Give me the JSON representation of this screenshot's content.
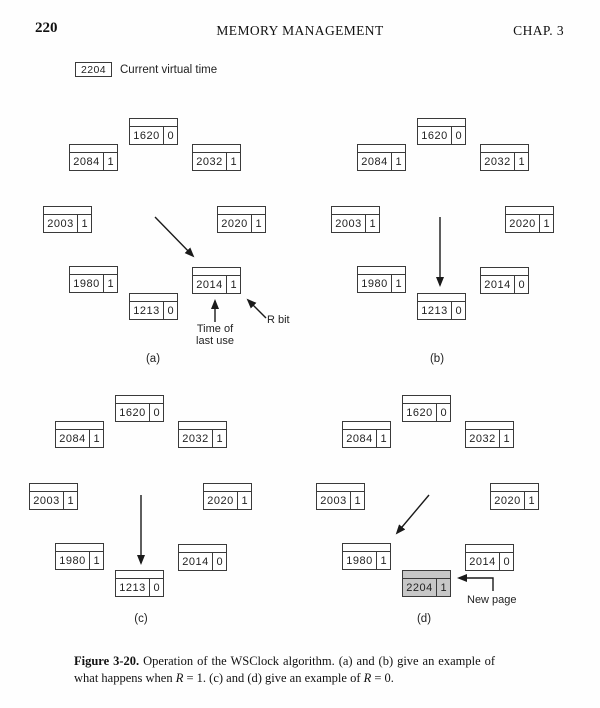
{
  "header": {
    "page_number": "220",
    "title": "MEMORY MANAGEMENT",
    "chapter": "CHAP. 3"
  },
  "legend": {
    "value": "2204",
    "label": "Current virtual time"
  },
  "diagrams": [
    {
      "id": "a",
      "label": "(a)",
      "entries": [
        {
          "slot": "top",
          "time": "1620",
          "r": "0",
          "shaded": false
        },
        {
          "slot": "upper_left",
          "time": "2084",
          "r": "1",
          "shaded": false
        },
        {
          "slot": "upper_right",
          "time": "2032",
          "r": "1",
          "shaded": false
        },
        {
          "slot": "left",
          "time": "2003",
          "r": "1",
          "shaded": false
        },
        {
          "slot": "right",
          "time": "2020",
          "r": "1",
          "shaded": false
        },
        {
          "slot": "lower_left",
          "time": "1980",
          "r": "1",
          "shaded": false
        },
        {
          "slot": "lower_right",
          "time": "2014",
          "r": "1",
          "shaded": false
        },
        {
          "slot": "bottom",
          "time": "1213",
          "r": "0",
          "shaded": false
        }
      ]
    },
    {
      "id": "b",
      "label": "(b)",
      "entries": [
        {
          "slot": "top",
          "time": "1620",
          "r": "0",
          "shaded": false
        },
        {
          "slot": "upper_left",
          "time": "2084",
          "r": "1",
          "shaded": false
        },
        {
          "slot": "upper_right",
          "time": "2032",
          "r": "1",
          "shaded": false
        },
        {
          "slot": "left",
          "time": "2003",
          "r": "1",
          "shaded": false
        },
        {
          "slot": "right",
          "time": "2020",
          "r": "1",
          "shaded": false
        },
        {
          "slot": "lower_left",
          "time": "1980",
          "r": "1",
          "shaded": false
        },
        {
          "slot": "lower_right",
          "time": "2014",
          "r": "0",
          "shaded": false
        },
        {
          "slot": "bottom",
          "time": "1213",
          "r": "0",
          "shaded": false
        }
      ]
    },
    {
      "id": "c",
      "label": "(c)",
      "entries": [
        {
          "slot": "top",
          "time": "1620",
          "r": "0",
          "shaded": false
        },
        {
          "slot": "upper_left",
          "time": "2084",
          "r": "1",
          "shaded": false
        },
        {
          "slot": "upper_right",
          "time": "2032",
          "r": "1",
          "shaded": false
        },
        {
          "slot": "left",
          "time": "2003",
          "r": "1",
          "shaded": false
        },
        {
          "slot": "right",
          "time": "2020",
          "r": "1",
          "shaded": false
        },
        {
          "slot": "lower_left",
          "time": "1980",
          "r": "1",
          "shaded": false
        },
        {
          "slot": "lower_right",
          "time": "2014",
          "r": "0",
          "shaded": false
        },
        {
          "slot": "bottom",
          "time": "1213",
          "r": "0",
          "shaded": false
        }
      ]
    },
    {
      "id": "d",
      "label": "(d)",
      "entries": [
        {
          "slot": "top",
          "time": "1620",
          "r": "0",
          "shaded": false
        },
        {
          "slot": "upper_left",
          "time": "2084",
          "r": "1",
          "shaded": false
        },
        {
          "slot": "upper_right",
          "time": "2032",
          "r": "1",
          "shaded": false
        },
        {
          "slot": "left",
          "time": "2003",
          "r": "1",
          "shaded": false
        },
        {
          "slot": "right",
          "time": "2020",
          "r": "1",
          "shaded": false
        },
        {
          "slot": "lower_left",
          "time": "1980",
          "r": "1",
          "shaded": false
        },
        {
          "slot": "lower_right",
          "time": "2014",
          "r": "0",
          "shaded": false
        },
        {
          "slot": "bottom",
          "time": "2204",
          "r": "1",
          "shaded": true
        }
      ]
    }
  ],
  "annotations": {
    "time_of_last_use": [
      "Time of",
      "last use"
    ],
    "r_bit": "R bit",
    "new_page": "New page"
  },
  "caption": {
    "segments": [
      {
        "text": "Figure 3-20.",
        "style": "bold"
      },
      {
        "text": " Operation of the WSClock algorithm. (a) and (b) give an example of what happens when ",
        "style": "normal"
      },
      {
        "text": "R",
        "style": "italic"
      },
      {
        "text": " = 1. (c) and (d) give an example of ",
        "style": "normal"
      },
      {
        "text": "R",
        "style": "italic"
      },
      {
        "text": " = 0.",
        "style": "normal"
      }
    ]
  }
}
